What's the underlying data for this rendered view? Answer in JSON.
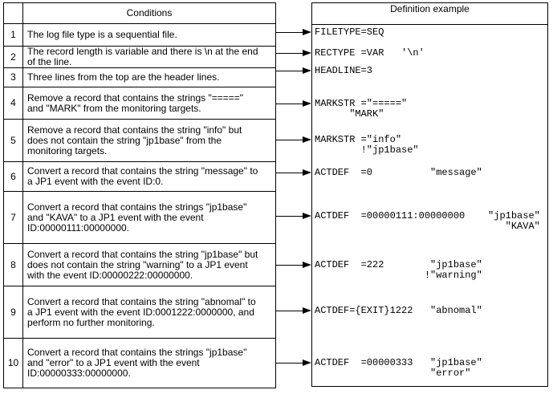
{
  "colors": {
    "border": "#000000",
    "text": "#000000",
    "background": "#ffffff"
  },
  "conditions_table": {
    "corner_label": "",
    "header": "Conditions",
    "rows": [
      {
        "number": "1",
        "text": "The log file type is a sequential file."
      },
      {
        "number": "2",
        "text": "The record length is variable and there is \\n at the end\nof the line."
      },
      {
        "number": "3",
        "text": "Three lines from the top are the header lines."
      },
      {
        "number": "4",
        "text": "Remove a record that contains the strings \"=====\"\nand \"MARK\" from the monitoring targets."
      },
      {
        "number": "5",
        "text": "Remove a record that contains the string \"info\" but\ndoes not contain the string \"jp1base\" from the\nmonitoring targets."
      },
      {
        "number": "6",
        "text": "Convert a record that contains the string \"message\" to\na JP1 event with the event ID:0."
      },
      {
        "number": "7",
        "text": "Convert a record that contains the strings \"jp1base\"\nand \"KAVA\" to a JP1 event with the event\nID:00000111:00000000."
      },
      {
        "number": "8",
        "text": "Convert a record that contains the string \"jp1base\" but\ndoes not contain the string \"warning\" to a JP1 event\nwith the event ID:00000222:00000000."
      },
      {
        "number": "9",
        "text": "Convert a record that contains the string \"abnomal\" to\na JP1 event with the event ID:0001222:0000000, and\nperform no further monitoring."
      },
      {
        "number": "10",
        "text": "Convert a record that contains the strings \"jp1base\"\nand \"error\" to a JP1 event with the event\nID:00000333:00000000."
      }
    ]
  },
  "definition_panel": {
    "header": "Definition example",
    "entries": [
      {
        "text": "FILETYPE=SEQ"
      },
      {
        "text": "RECTYPE =VAR   '\\n'"
      },
      {
        "text": "HEADLINE=3"
      },
      {
        "text": "MARKSTR =\"=====\"\n      \"MARK\""
      },
      {
        "text": "MARKSTR =\"info\"\n        !\"jp1base\""
      },
      {
        "text": "ACTDEF  =0          \"message\""
      },
      {
        "text": "ACTDEF  =00000111:00000000    \"jp1base\"\n                                 \"KAVA\""
      },
      {
        "text": "ACTDEF  =222        \"jp1base\"\n                   !\"warning\""
      },
      {
        "text": "ACTDEF={EXIT}1222   \"abnomal\""
      },
      {
        "text": "ACTDEF  =00000333   \"jp1base\"\n                    \"error\""
      }
    ]
  }
}
